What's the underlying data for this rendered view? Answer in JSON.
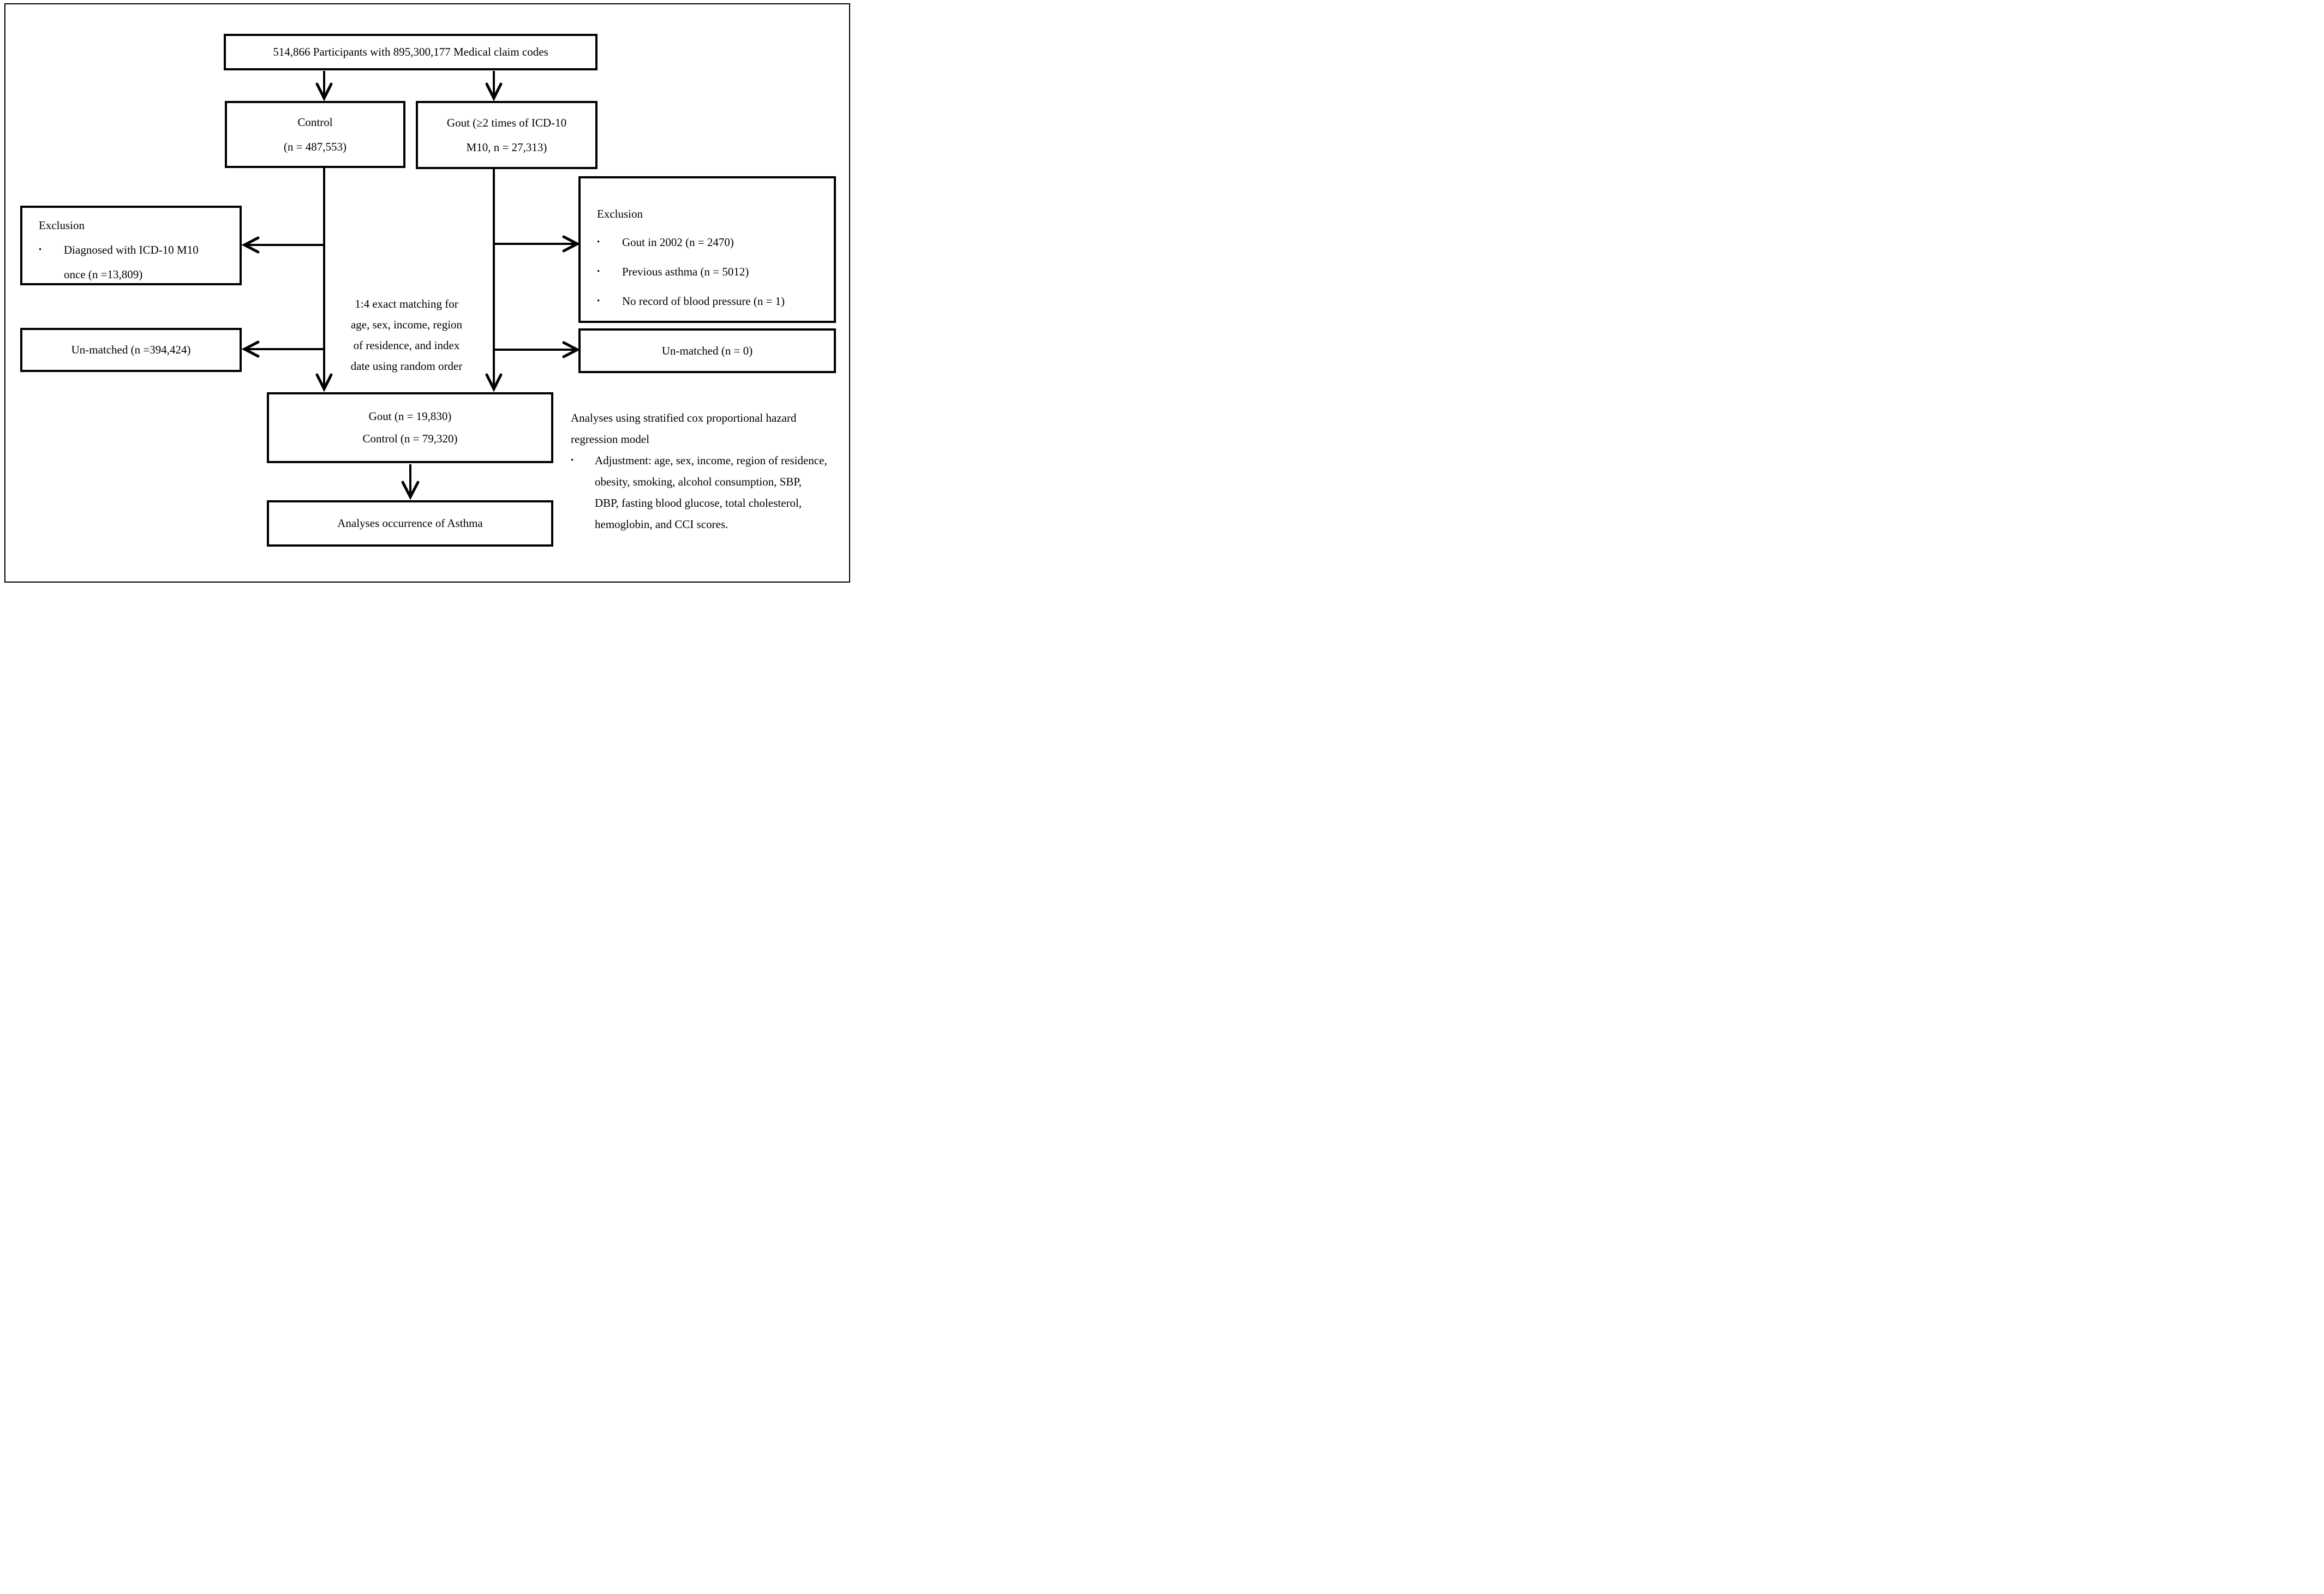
{
  "figure": {
    "top_box": {
      "text": "514,866 Participants with 895,300,177 Medical claim codes"
    },
    "control_box": {
      "lines": [
        "Control",
        "(n = 487,553)"
      ]
    },
    "gout_box": {
      "lines": [
        "Gout (≥2 times of ICD-10",
        "M10, n = 27,313)"
      ]
    },
    "exclusion_left_box": {
      "title": "Exclusion",
      "bullet_char": "•",
      "item_lines": [
        "Diagnosed with ICD-10 M10",
        "once (n =13,809)"
      ]
    },
    "exclusion_right_box": {
      "title": "Exclusion",
      "bullet_char": "•",
      "items": [
        "Gout in 2002 (n = 2470)",
        "Previous asthma (n = 5012)",
        "No record of blood pressure (n = 1)"
      ]
    },
    "unmatched_left_box": {
      "text": "Un-matched (n =394,424)"
    },
    "unmatched_right_box": {
      "text": "Un-matched (n = 0)"
    },
    "matching_note": {
      "lines": [
        "1:4 exact matching for",
        "age, sex, income, region",
        "of residence, and index",
        "date using random order"
      ]
    },
    "matched_box": {
      "lines": [
        "Gout (n = 19,830)",
        "Control (n = 79,320)"
      ]
    },
    "analysis_note": {
      "lines": [
        "Analyses using stratified cox proportional hazard",
        "regression model"
      ],
      "bullet_char": "•",
      "bullet_lines": [
        "Adjustment: age, sex, income, region of residence,",
        "obesity, smoking, alcohol consumption, SBP,",
        "DBP, fasting blood glucose, total cholesterol,",
        "hemoglobin, and CCI scores."
      ]
    },
    "outcome_box": {
      "text": "Analyses occurrence of Asthma"
    },
    "colors": {
      "line": "#000000",
      "background": "#ffffff"
    }
  }
}
